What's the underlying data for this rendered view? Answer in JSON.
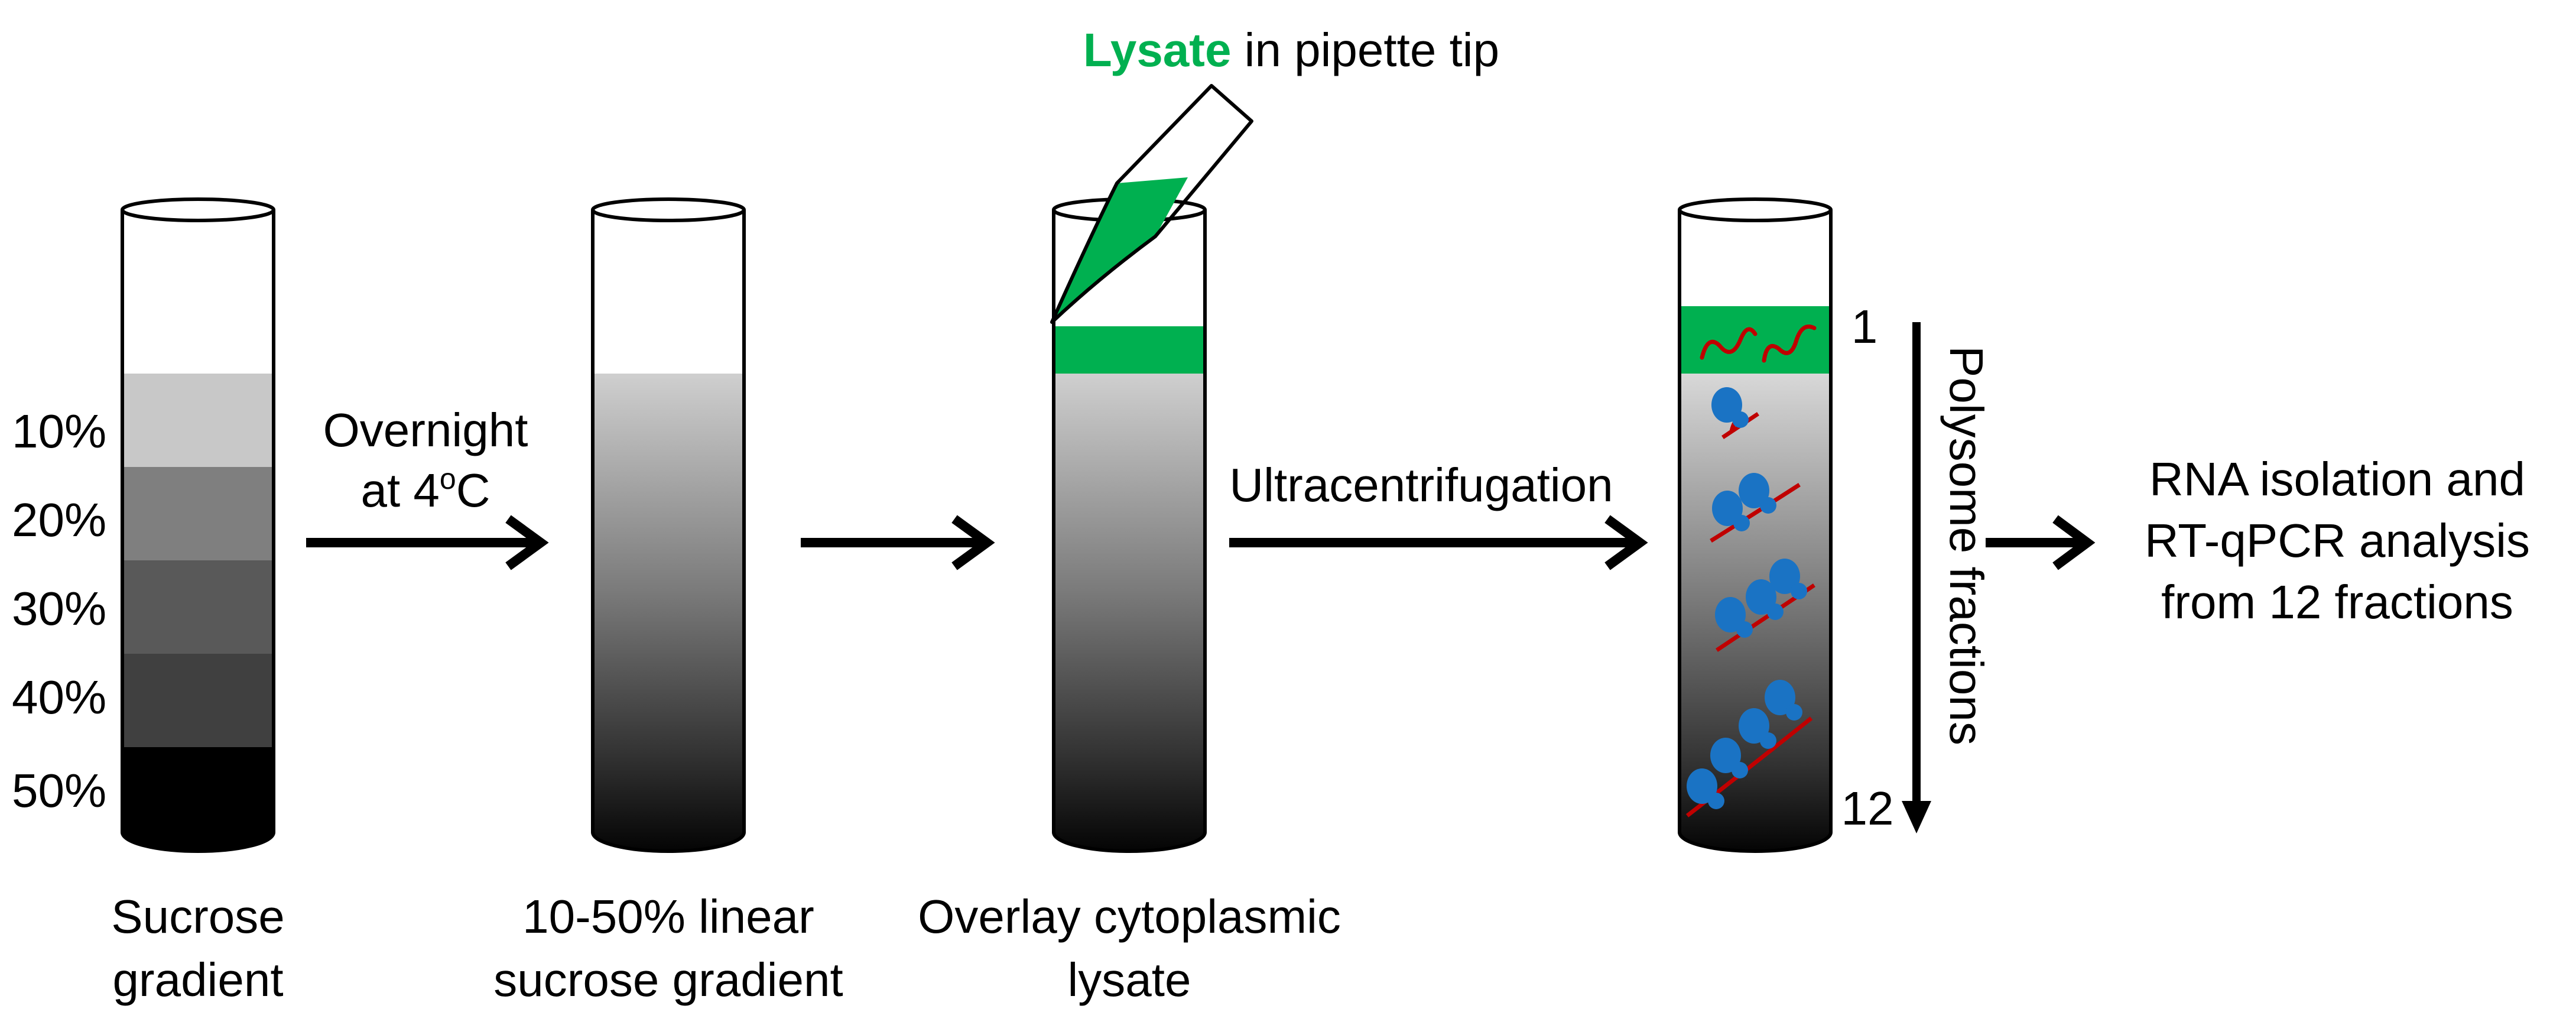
{
  "tube1": {
    "levels": [
      {
        "label": "10%",
        "color": "#c8c8c8"
      },
      {
        "label": "20%",
        "color": "#7f7f7f"
      },
      {
        "label": "30%",
        "color": "#595959"
      },
      {
        "label": "40%",
        "color": "#404040"
      },
      {
        "label": "50%",
        "color": "#000000"
      }
    ],
    "caption_line1": "Sucrose",
    "caption_line2": "gradient"
  },
  "arrow1": {
    "line1": "Overnight",
    "line2_prefix": "at 4",
    "line2_sup": "o",
    "line2_suffix": "C"
  },
  "tube2": {
    "caption_line1": "10-50% linear",
    "caption_line2": "sucrose gradient"
  },
  "tube3": {
    "top_label_bold": "Lysate",
    "top_label_rest": " in pipette tip",
    "caption_line1": "Overlay cytoplasmic",
    "caption_line2": "lysate"
  },
  "arrow3": {
    "label": "Ultracentrifugation"
  },
  "tube4": {
    "fraction_top": "1",
    "fraction_bottom": "12",
    "side_label": "Polysome fractions"
  },
  "result": {
    "line1": "RNA isolation and",
    "line2": "RT-qPCR analysis",
    "line3": "from 12 fractions"
  },
  "colors": {
    "lysate_green": "#00b050",
    "ribosome_blue": "#1a73c4",
    "mrna_red": "#c00000"
  }
}
